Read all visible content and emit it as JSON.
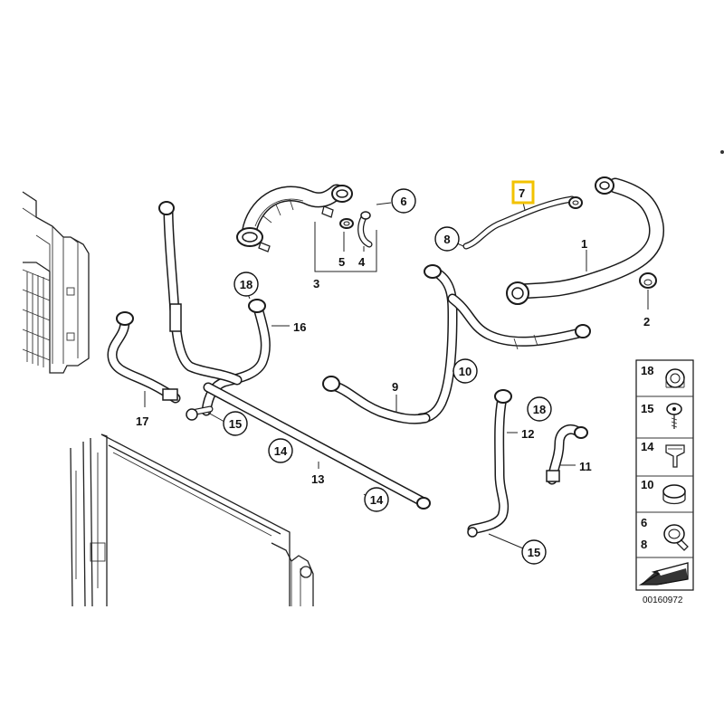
{
  "diagram": {
    "callouts": [
      {
        "id": "1",
        "text": "1"
      },
      {
        "id": "2",
        "text": "2"
      },
      {
        "id": "3",
        "text": "3"
      },
      {
        "id": "4",
        "text": "4"
      },
      {
        "id": "5",
        "text": "5"
      },
      {
        "id": "7",
        "text": "7"
      },
      {
        "id": "9",
        "text": "9"
      },
      {
        "id": "12",
        "text": "12"
      },
      {
        "id": "11",
        "text": "11"
      },
      {
        "id": "13",
        "text": "13"
      },
      {
        "id": "16",
        "text": "16"
      },
      {
        "id": "17",
        "text": "17"
      }
    ],
    "circled": [
      {
        "id": "6",
        "text": "6"
      },
      {
        "id": "8",
        "text": "8"
      },
      {
        "id": "10",
        "text": "10"
      },
      {
        "id": "18a",
        "text": "18"
      },
      {
        "id": "18b",
        "text": "18"
      },
      {
        "id": "15a",
        "text": "15"
      },
      {
        "id": "15b",
        "text": "15"
      },
      {
        "id": "14a",
        "text": "14"
      },
      {
        "id": "14b",
        "text": "14"
      }
    ],
    "highlight_color": "#f2c200",
    "legend": [
      {
        "label": "18"
      },
      {
        "label": "15"
      },
      {
        "label": "14"
      },
      {
        "label": "10"
      },
      {
        "label": "6"
      },
      {
        "label2": "8"
      }
    ],
    "legend_labels": [
      "18",
      "15",
      "14",
      "10",
      "6",
      "8"
    ],
    "diagram_code": "00160972"
  }
}
